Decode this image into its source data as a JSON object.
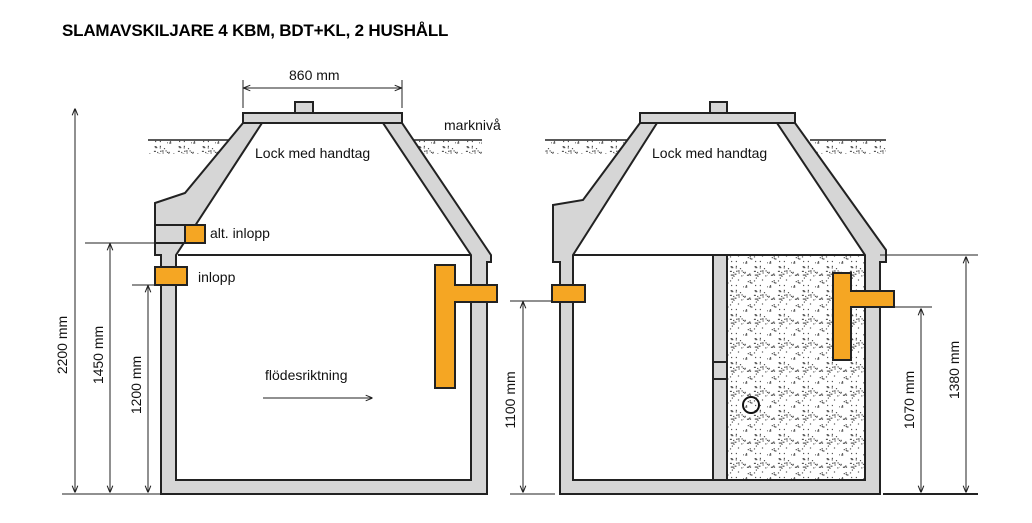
{
  "title": "SLAMAVSKILJARE 4 KBM, BDT+KL, 2 HUSHÅLL",
  "labels": {
    "ground_level": "marknivå",
    "lid_left": "Lock med handtag",
    "lid_right": "Lock med handtag",
    "alt_inlet": "alt. inlopp",
    "inlet": "inlopp",
    "flow_direction": "flödesriktning"
  },
  "dimensions": {
    "lid_width": "860 mm",
    "total_height": "2200 mm",
    "alt_inlet_height": "1450 mm",
    "inlet_height_left": "1200 mm",
    "inlet_height_right": "1100 mm",
    "outlet_height_right": "1070 mm",
    "tank_height_right": "1380 mm"
  },
  "colors": {
    "pipe": "#f5a623",
    "concrete": "#d6d6d6"
  }
}
